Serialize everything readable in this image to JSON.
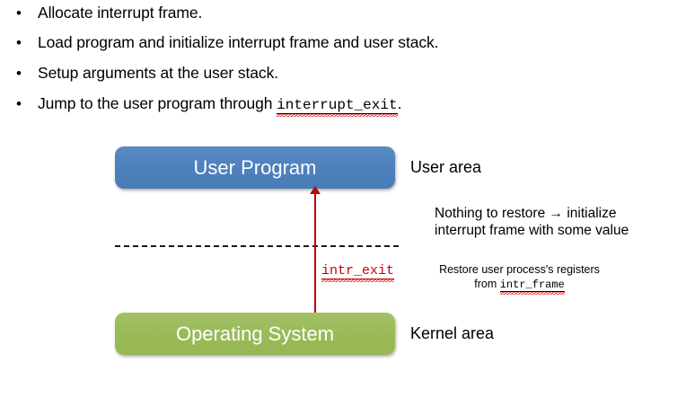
{
  "slide": {
    "bullets": [
      {
        "marker": "•",
        "text": "Allocate interrupt frame."
      },
      {
        "marker": "•",
        "text": "Load program and initialize interrupt frame and user stack."
      },
      {
        "marker": "•",
        "text": "Setup arguments at the user stack."
      },
      {
        "marker": "•",
        "text_before": "Jump to the user program through ",
        "code": "interrupt_exit",
        "text_after": "."
      }
    ],
    "diagram": {
      "user_program_box": {
        "label": "User Program",
        "color": "#4F81BD",
        "text_color": "#FFFFFF"
      },
      "operating_system_box": {
        "label": "Operating System",
        "color": "#9BBB59",
        "text_color": "#FFFFFF"
      },
      "user_area_label": "User area",
      "kernel_area_label": "Kernel area",
      "boundary_line_style": "dashed",
      "arrow": {
        "label": "intr_exit",
        "color": "#CC0000",
        "direction": "up",
        "from": "Operating System",
        "to": "User Program"
      },
      "notes": {
        "restore_note_line1": "Nothing to restore → initialize",
        "restore_note_line2": "interrupt frame with some value",
        "registers_note_line1": "Restore user process's registers",
        "registers_note_line2_prefix": "from ",
        "registers_note_code": "intr_frame"
      }
    }
  }
}
